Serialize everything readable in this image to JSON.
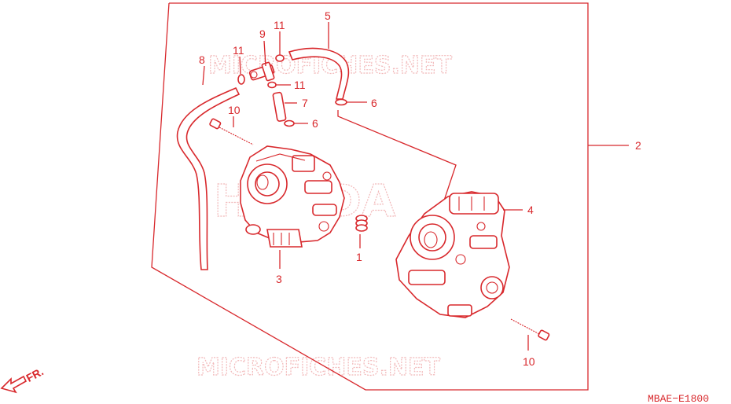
{
  "diagram": {
    "code": "MBAE−E1800",
    "direction_label": "FR.",
    "watermarks": [
      "MICROFICHES.NET",
      "HONDA",
      "MICROFICHES.NET"
    ],
    "callouts": {
      "p1": "1",
      "p2": "2",
      "p3": "3",
      "p4": "4",
      "p5": "5",
      "p6a": "6",
      "p6b": "6",
      "p7": "7",
      "p8": "8",
      "p9": "9",
      "p10a": "10",
      "p10b": "10",
      "p11a": "11",
      "p11b": "11",
      "p11c": "11"
    },
    "colors": {
      "line": "#d8282c",
      "watermark": "#f2b8b9"
    }
  }
}
